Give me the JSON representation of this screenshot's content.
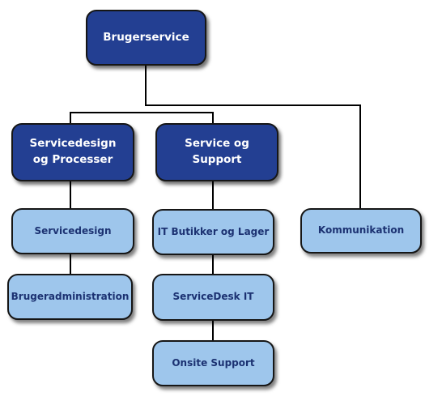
{
  "org_chart": {
    "root": {
      "label": "Brugerservice"
    },
    "departments": [
      {
        "label": "Servicedesign\nog Processer",
        "children": [
          "Servicedesign",
          "Brugeradministration"
        ]
      },
      {
        "label": "Service og Support",
        "children": [
          "IT Butikker og Lager",
          "ServiceDesk IT",
          "Onsite Support"
        ]
      },
      {
        "label": "Kommunikation",
        "children": []
      }
    ]
  },
  "colors": {
    "primary_box": "#233f92",
    "secondary_box": "#9ec6ec",
    "secondary_text": "#1c3272",
    "connector": "#000000"
  }
}
